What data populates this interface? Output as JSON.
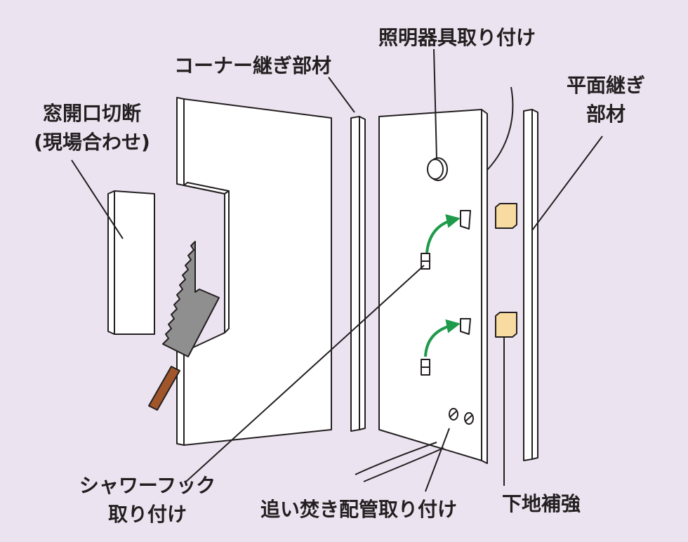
{
  "labels": {
    "window_cut_line1": "窓開口切断",
    "window_cut_line2": "(現場合わせ)",
    "corner_joint": "コーナー継ぎ部材",
    "light_fixture": "照明器具取り付け",
    "flat_joint_line1": "平面継ぎ",
    "flat_joint_line2": "部材",
    "shower_hook_line1": "シャワーフック",
    "shower_hook_line2": "取り付け",
    "reheat_pipe": "追い焚き配管取り付け",
    "base_reinforce": "下地補強"
  },
  "colors": {
    "background": "#ece3f0",
    "outline": "#231f20",
    "panel": "#ffffff",
    "arrow": "#1f9a4b",
    "reinforcement": "#f7dba0",
    "saw_blade": "#8f8f8f",
    "saw_handle": "#a0552a"
  }
}
